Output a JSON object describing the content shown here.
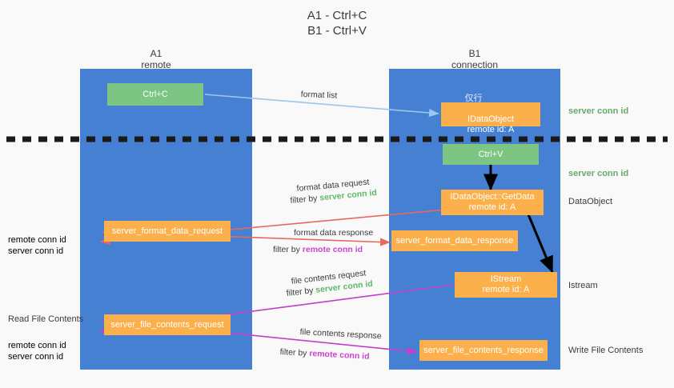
{
  "title": "A1 - Ctrl+C\nB1 - Ctrl+V",
  "columns": {
    "left": "A1\nremote",
    "right": "B1\nconnection"
  },
  "nodes": {
    "ctrl_c": "Ctrl+C",
    "idataobject": "IDataObject\nremote id: A",
    "idataobject_ghost": "仅行",
    "ctrl_v": "Ctrl+V",
    "getdata": "IDataObject::GetData\nremote id: A",
    "format_data_request": "server_format_data_request",
    "format_data_response": "server_format_data_response",
    "istream": "IStream\nremote id: A",
    "file_contents_request": "server_file_contents_request",
    "file_contents_response": "server_file_contents_response"
  },
  "right_labels": {
    "server_conn_id_top": "server conn id",
    "server_conn_id_second": "server conn id",
    "dataobject": "DataObject",
    "istream": "Istream",
    "write_file_contents": "Write File Contents"
  },
  "left_labels": {
    "conn_ids_upper": "remote conn id\nserver conn id",
    "read_file_contents": "Read File Contents",
    "conn_ids_lower": "remote conn id\nserver conn id"
  },
  "edges": {
    "format_list": "format list",
    "format_data_request": "format data request",
    "format_data_request_filter_pre": "filter by ",
    "format_data_request_filter_id": "server conn id",
    "format_data_response": "format data response",
    "format_data_response_filter_pre": "filter by ",
    "format_data_response_filter_id": "remote conn id",
    "file_contents_request": "file contents request",
    "file_contents_request_filter_pre": "filter by ",
    "file_contents_request_filter_id": "server conn id",
    "file_contents_response": "file contents response",
    "file_contents_response_filter_pre": "filter by ",
    "file_contents_response_filter_id": "remote conn id"
  },
  "colors": {
    "panel_blue": "#4680D3",
    "node_green": "#7CC583",
    "node_orange": "#FBB04B",
    "arrow_lightblue": "#9CC6EC",
    "arrow_red": "#E8685D",
    "arrow_magenta": "#C33FC9",
    "arrow_black": "#000000",
    "text_green": "#5FB866",
    "text_purple": "#CC44CC",
    "background": "#F9F9F9"
  }
}
